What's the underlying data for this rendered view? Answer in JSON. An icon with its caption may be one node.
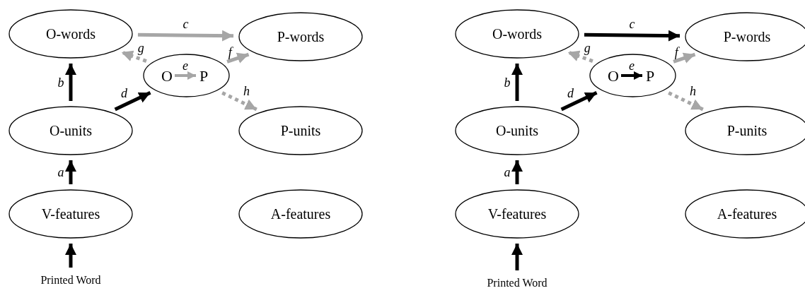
{
  "diagram": {
    "nodes": [
      {
        "text": [
          "O-words"
        ]
      },
      {
        "text": [
          "P-words"
        ]
      },
      {
        "text": [],
        "shape": "circle"
      },
      {
        "text": [
          "O"
        ],
        "in": 2
      },
      {
        "text": [
          "P"
        ],
        "in": 2
      },
      {
        "text": [
          "O-units"
        ]
      },
      {
        "text": [
          "P-units"
        ]
      },
      {
        "text": [
          "V-features"
        ]
      },
      {
        "text": [
          "A-features"
        ]
      },
      {
        "text": [
          "Printed Word"
        ]
      },
      {
        "text": [
          "O-words"
        ]
      },
      {
        "text": [
          "P-words"
        ]
      },
      {
        "text": [],
        "shape": "circle"
      },
      {
        "text": [
          "O"
        ],
        "in": 12
      },
      {
        "text": [
          "P"
        ],
        "in": 12
      },
      {
        "text": [
          "O-units"
        ]
      },
      {
        "text": [
          "P-units"
        ]
      },
      {
        "text": [
          "V-features"
        ]
      },
      {
        "text": [
          "A-features"
        ]
      },
      {
        "text": [
          "Printed Word"
        ]
      }
    ],
    "edges": [
      {
        "from": 0,
        "to": 1,
        "arrow": "to",
        "label": "c",
        "color": "#a6a6a6"
      },
      {
        "from": 2,
        "to": 0,
        "arrow": "to",
        "label": "g",
        "style": "dashed",
        "color": "#a6a6a6"
      },
      {
        "from": 3,
        "to": 4,
        "arrow": "to",
        "label": "e",
        "color": "#a6a6a6"
      },
      {
        "from": 2,
        "to": 1,
        "arrow": "to",
        "label": "f",
        "color": "#a6a6a6"
      },
      {
        "from": 5,
        "to": 0,
        "arrow": "to",
        "label": "b"
      },
      {
        "from": 5,
        "to": 2,
        "arrow": "to",
        "label": "d"
      },
      {
        "from": 2,
        "to": 6,
        "arrow": "to",
        "label": "h",
        "style": "dashed",
        "color": "#a6a6a6"
      },
      {
        "from": 7,
        "to": 5,
        "arrow": "to",
        "label": "a"
      },
      {
        "from": 9,
        "to": 7,
        "arrow": "to"
      },
      {
        "from": 10,
        "to": 11,
        "arrow": "to",
        "label": "c"
      },
      {
        "from": 12,
        "to": 10,
        "arrow": "to",
        "label": "g",
        "style": "dashed",
        "color": "#a6a6a6"
      },
      {
        "from": 13,
        "to": 14,
        "arrow": "to",
        "label": "e"
      },
      {
        "from": 12,
        "to": 11,
        "arrow": "to",
        "label": "f",
        "color": "#a6a6a6"
      },
      {
        "from": 15,
        "to": 10,
        "arrow": "to",
        "label": "b"
      },
      {
        "from": 15,
        "to": 12,
        "arrow": "to",
        "label": "d"
      },
      {
        "from": 12,
        "to": 16,
        "arrow": "to",
        "label": "h",
        "style": "dashed",
        "color": "#a6a6a6"
      },
      {
        "from": 17,
        "to": 15,
        "arrow": "to",
        "label": "a"
      },
      {
        "from": 19,
        "to": 17,
        "arrow": "to"
      }
    ]
  }
}
